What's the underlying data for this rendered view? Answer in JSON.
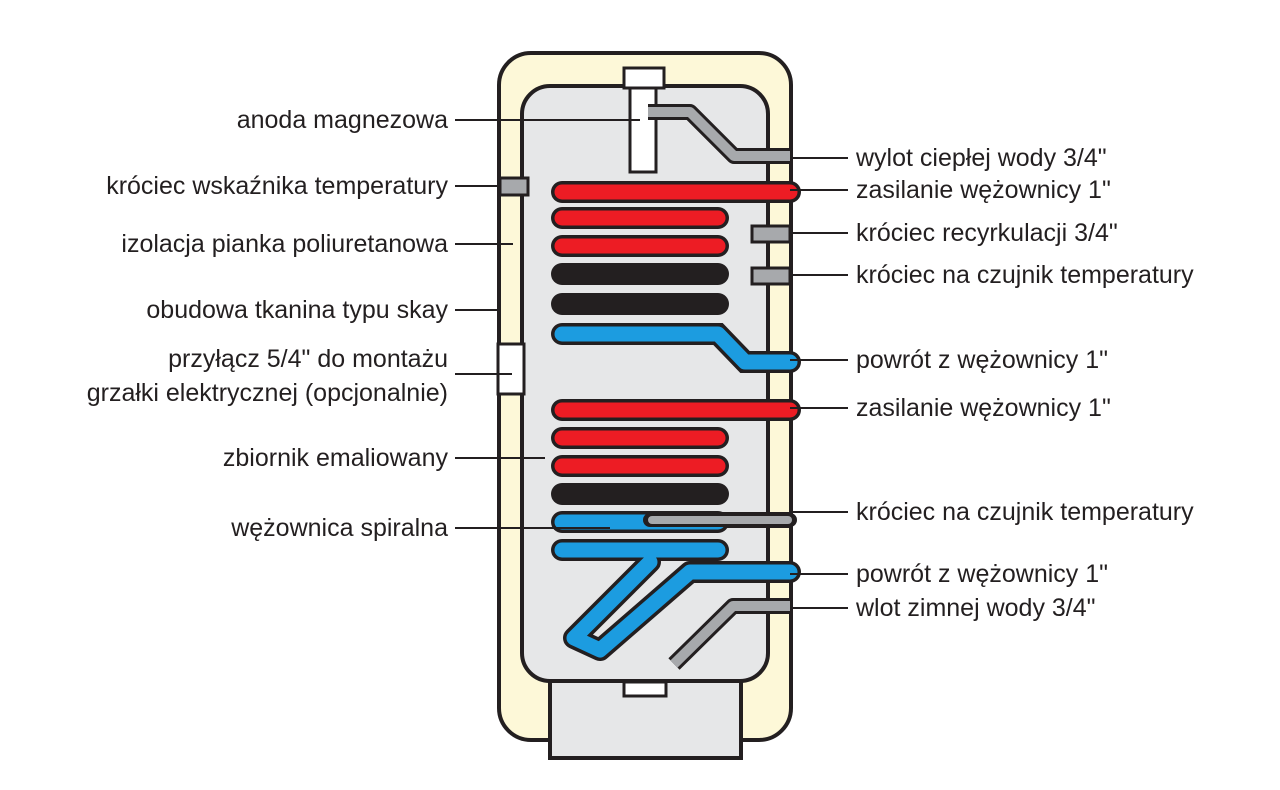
{
  "colors": {
    "casing": "#fdf8d8",
    "tank": "#e6e7e8",
    "outline": "#231f20",
    "hot": "#ed1c24",
    "cold": "#1c9ce0",
    "fitting": "#a7a9ac"
  },
  "labels": {
    "left": [
      "anoda magnezowa",
      "króciec wskaźnika temperatury",
      "izolacja pianka poliuretanowa",
      "obudowa tkanina typu skay",
      "przyłącz 5/4\" do montażu",
      "grzałki elektrycznej (opcjonalnie)",
      "zbiornik emaliowany",
      "wężownica spiralna"
    ],
    "right": [
      "wylot ciepłej wody 3/4\"",
      "zasilanie wężownicy 1\"",
      "króciec recyrkulacji 3/4\"",
      "króciec na czujnik temperatury",
      "powrót z wężownicy 1\"",
      "zasilanie wężownicy 1\"",
      "króciec na czujnik temperatury",
      "powrót z wężownicy 1\"",
      "wlot zimnej wody 3/4\""
    ]
  }
}
